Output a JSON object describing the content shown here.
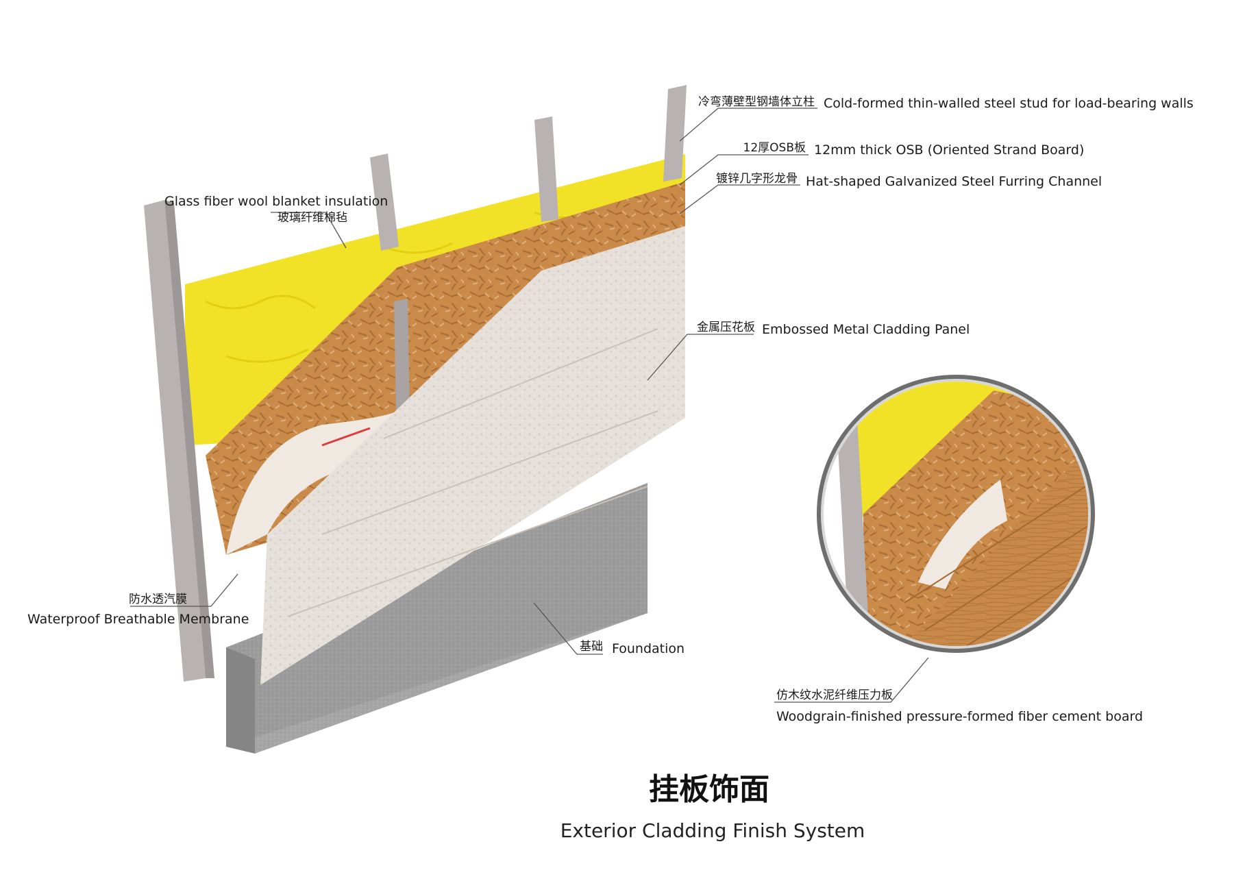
{
  "title": {
    "zh": "挂板饰面",
    "en": "Exterior Cladding Finish System"
  },
  "labels": {
    "stud": {
      "zh": "冷弯薄壁型钢墙体立柱",
      "en": "Cold-formed thin-walled steel stud for load-bearing walls"
    },
    "osb": {
      "zh": "12厚OSB板",
      "en": "12mm thick OSB (Oriented Strand Board)"
    },
    "furring": {
      "zh": "镀锌几字形龙骨",
      "en": "Hat-shaped Galvanized Steel Furring Channel"
    },
    "insulation": {
      "zh": "玻璃纤维棉毡",
      "en": "Glass fiber wool blanket insulation"
    },
    "cladding": {
      "zh": "金属压花板",
      "en": "Embossed Metal Cladding Panel"
    },
    "membrane": {
      "zh": "防水透汽膜",
      "en": "Waterproof Breathable Membrane"
    },
    "foundation": {
      "zh": "基础",
      "en": "Foundation"
    },
    "fiber_cement": {
      "zh": "仿木纹水泥纤维压力板",
      "en": "Woodgrain-finished pressure-formed fiber cement board"
    }
  },
  "colors": {
    "insulation": "#f2e227",
    "osb": "#c98a4a",
    "steel": "#b9b2b2",
    "cladding": "#e6e0da",
    "membrane": "#efe9e2",
    "membrane_stripe": "#e03a3a",
    "foundation": "#9c9c9c",
    "woodgrain": "#c8894a"
  },
  "icons": [
    "magnifier-circle-detail"
  ]
}
